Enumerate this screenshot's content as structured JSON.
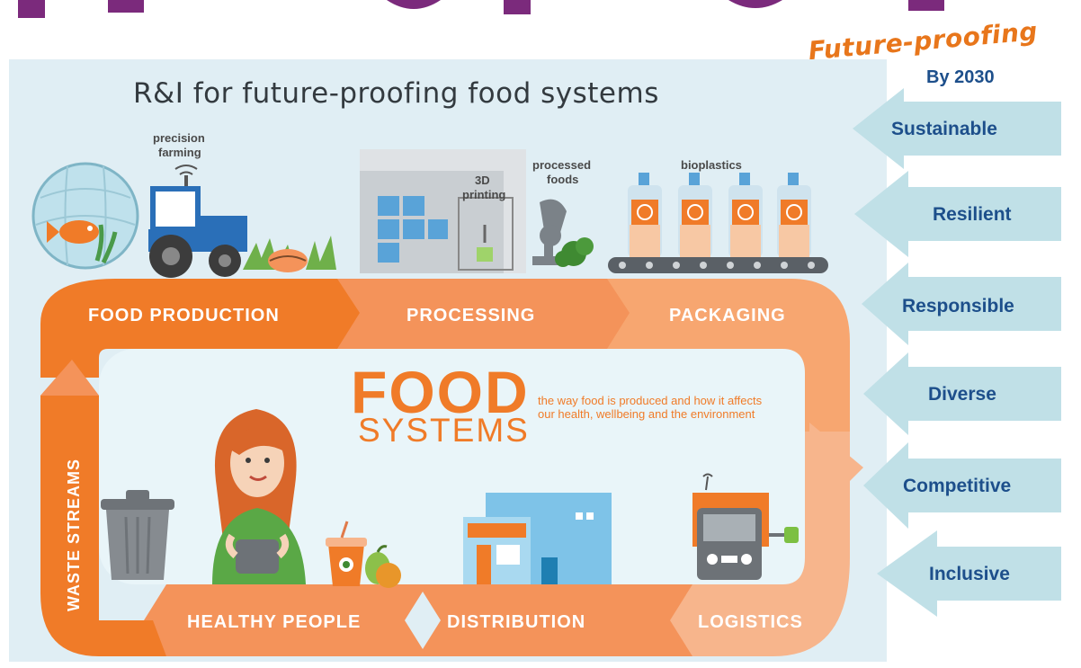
{
  "header": {
    "future_proofing": "Future-proofing",
    "by_2030": "By 2030"
  },
  "panel": {
    "title": "R&I for future-proofing food systems",
    "center_title": "FOOD",
    "center_subtitle": "SYSTEMS",
    "center_description": "the way food is produced and how it affects our health, wellbeing and the environment"
  },
  "stages": {
    "food_production": "FOOD PRODUCTION",
    "processing": "PROCESSING",
    "packaging": "PACKAGING",
    "logistics": "LOGISTICS",
    "distribution": "DISTRIBUTION",
    "healthy_people": "HEALTHY PEOPLE",
    "waste_streams": "WASTE STREAMS"
  },
  "illustration_labels": {
    "precision_farming_1": "precision",
    "precision_farming_2": "farming",
    "printing_1": "3D",
    "printing_2": "printing",
    "processed_1": "processed",
    "processed_2": "foods",
    "bioplastics": "bioplastics"
  },
  "goals": [
    "Sustainable",
    "Resilient",
    "Responsible",
    "Diverse",
    "Competitive",
    "Inclusive"
  ],
  "colors": {
    "panel_bg": "#e0eef4",
    "orange_dark": "#f07b28",
    "orange_mid": "#f4935a",
    "orange_light": "#f7b58c",
    "arrow_fill": "#c0e0e7",
    "goal_text": "#1d4f8b",
    "future_proofing_text": "#e8761b"
  }
}
